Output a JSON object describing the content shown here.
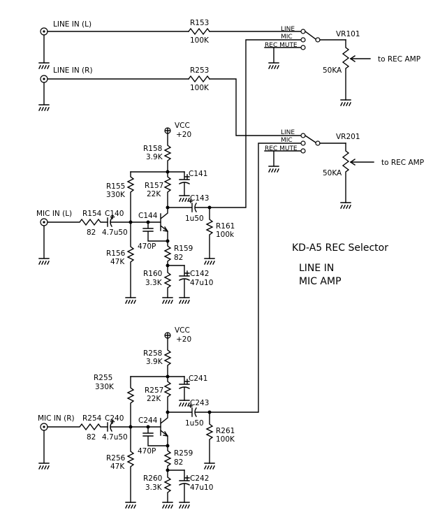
{
  "title": "KD-A5 REC Selector",
  "subtitle_lines": [
    "LINE IN",
    "MIC AMP"
  ],
  "inputs": {
    "line_l": "LINE IN (L)",
    "line_r": "LINE IN (R)",
    "mic_l": "MIC IN (L)",
    "mic_r": "MIC IN (R)"
  },
  "selector": {
    "positions": [
      "LINE",
      "MIC",
      "REC MUTE"
    ],
    "vr1": {
      "ref": "VR101",
      "value": "50KA",
      "out": "to REC AMP"
    },
    "vr2": {
      "ref": "VR201",
      "value": "50KA",
      "out": "to REC AMP"
    }
  },
  "line_resistors": {
    "r153": {
      "ref": "R153",
      "value": "100K"
    },
    "r253": {
      "ref": "R253",
      "value": "100K"
    }
  },
  "amp_l": {
    "vcc": "VCC",
    "vcc_v": "+20",
    "r158": "R158",
    "r158v": "3.9K",
    "c141": "C141",
    "r155": "R155",
    "r155v": "330K",
    "r157": "R157",
    "r157v": "22K",
    "c143": "C143",
    "c143v": "1u50",
    "r154": "R154",
    "r154v": "82",
    "c140": "C140",
    "c140v": "4.7u50",
    "c144": "C144",
    "c144v": "470P",
    "r161": "R161",
    "r161v": "100k",
    "r156": "R156",
    "r156v": "47K",
    "r159": "R159",
    "r159v": "82",
    "r160": "R160",
    "r160v": "3.3K",
    "c142": "C142",
    "c142v": "47u10"
  },
  "amp_r": {
    "vcc": "VCC",
    "vcc_v": "+20",
    "r258": "R258",
    "r258v": "3.9K",
    "c241": "C241",
    "r255": "R255",
    "r255v": "330K",
    "r257": "R257",
    "r257v": "22K",
    "c243": "C243",
    "c243v": "1u50",
    "r254": "R254",
    "r254v": "82",
    "c240": "C240",
    "c240v": "4.7u50",
    "c244": "C244",
    "c244v": "470P",
    "r261": "R261",
    "r261v": "100K",
    "r256": "R256",
    "r256v": "47K",
    "r259": "R259",
    "r259v": "82",
    "r260": "R260",
    "r260v": "3.3K",
    "c242": "C242",
    "c242v": "47u10"
  }
}
